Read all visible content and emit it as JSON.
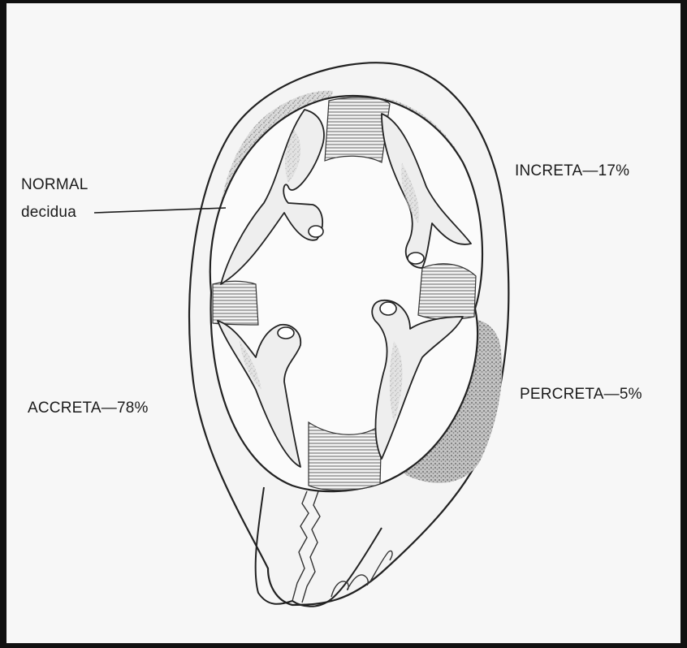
{
  "labels": {
    "normal_line1": "NORMAL",
    "normal_line2": "decidua",
    "increta": "INCRETA—17%",
    "accreta": "ACCRETA—78%",
    "percreta": "PERCRETA—5%"
  },
  "colors": {
    "paper": "#f7f7f7",
    "ink": "#1b1b1b",
    "stipple": "#9a9a9a",
    "frame": "#111111"
  }
}
